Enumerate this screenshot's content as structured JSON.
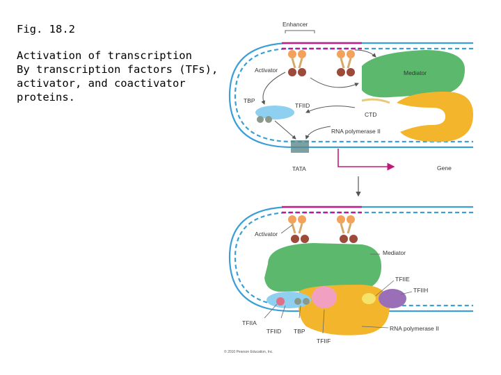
{
  "caption": {
    "fig_label": "Fig. 18.2",
    "lines": [
      "Activation of transcription",
      "By transcription factors (TFs),",
      "activator, and coactivator",
      "proteins."
    ]
  },
  "top_panel": {
    "enhancer": "Enhancer",
    "activator": "Activator",
    "mediator": "Mediator",
    "tbp": "TBP",
    "tfiid": "TFIID",
    "ctd": "CTD",
    "rna_pol": "RNA polymerase II",
    "tata": "TATA",
    "gene": "Gene"
  },
  "bottom_panel": {
    "activator": "Activator",
    "mediator": "Mediator",
    "tfiie": "TFIIE",
    "tfiih": "TFIIH",
    "tfiia": "TFIIA",
    "tfiid": "TFIID",
    "tbp": "TBP",
    "tfiif": "TFIIF",
    "rna_pol": "RNA polymerase II"
  },
  "copyright": "© 2010 Pearson Education, Inc.",
  "colors": {
    "dna_blue": "#3a9fd6",
    "enhancer_magenta": "#c21d86",
    "mediator_green": "#5cb86c",
    "polymerase_orange": "#f2b52c",
    "tfiid_blue": "#8fd0f0",
    "tbp_gray": "#8a9a8a",
    "tfiih_purple": "#9a6fb8",
    "tfiif_pink": "#f2a0c0",
    "arrow_magenta": "#c2187a"
  }
}
